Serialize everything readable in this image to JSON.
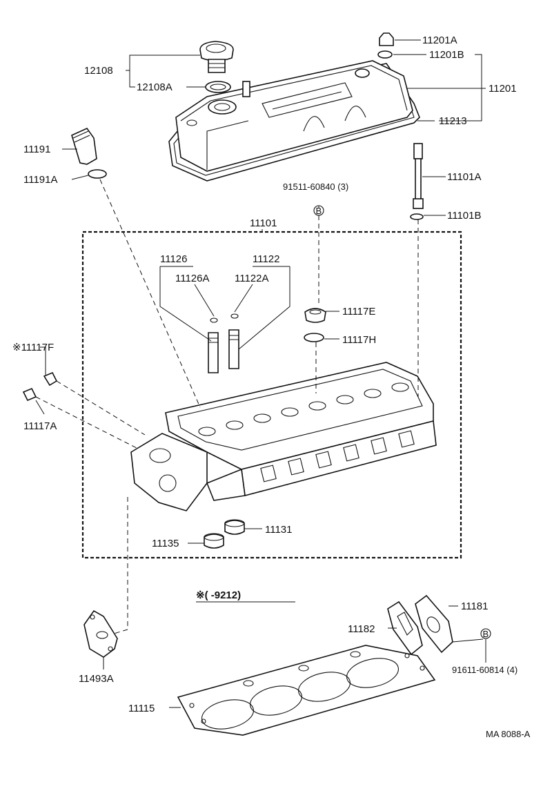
{
  "labels": {
    "p11201A": "11201A",
    "p11201B": "11201B",
    "p11201": "11201",
    "p11213": "11213",
    "p12108": "12108",
    "p12108A": "12108A",
    "p11191": "11191",
    "p11191A": "11191A",
    "p11101A": "11101A",
    "p11101B": "11101B",
    "p91511": "91511-60840 (3)",
    "p11101": "11101",
    "p11126": "11126",
    "p11126A": "11126A",
    "p11122": "11122",
    "p11122A": "11122A",
    "p11117E": "11117E",
    "p11117H": "11117H",
    "p11117F": "※11117F",
    "p11117A": "11117A",
    "p11131": "11131",
    "p11135": "11135",
    "p11181": "11181",
    "p11182": "11182",
    "p91611": "91611-60814 (4)",
    "p11493A": "11493A",
    "p11115": "11115",
    "note": "※(     -9212)",
    "ref": "MA 8088-A",
    "markB": "B"
  }
}
